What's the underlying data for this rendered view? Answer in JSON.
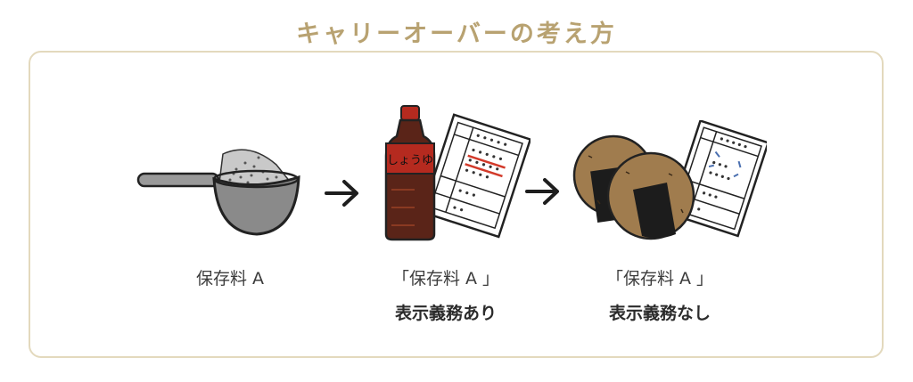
{
  "title": "キャリーオーバーの考え方",
  "colors": {
    "title": "#b8a271",
    "frame_border": "#e3d9bd",
    "arrow": "#1e1e1e",
    "bottle_red": "#b52a1f",
    "bottle_brown": "#5a2418",
    "rice_ball": "#a07c4e",
    "nori": "#1c1c1c",
    "scoop_gray": "#8a8a8a"
  },
  "steps": [
    {
      "image": "measuring-scoop-with-powder",
      "line1": "保存料 A",
      "line2": ""
    },
    {
      "image": "soy-sauce-bottle-with-label",
      "bottle_text": "しょうゆ",
      "line1": "「保存料 A 」",
      "line2": "表示義務あり"
    },
    {
      "image": "rice-balls-with-label",
      "line1": "「保存料 A 」",
      "line2": "表示義務なし"
    }
  ],
  "arrows": [
    "arrow-right-icon",
    "arrow-right-icon"
  ]
}
